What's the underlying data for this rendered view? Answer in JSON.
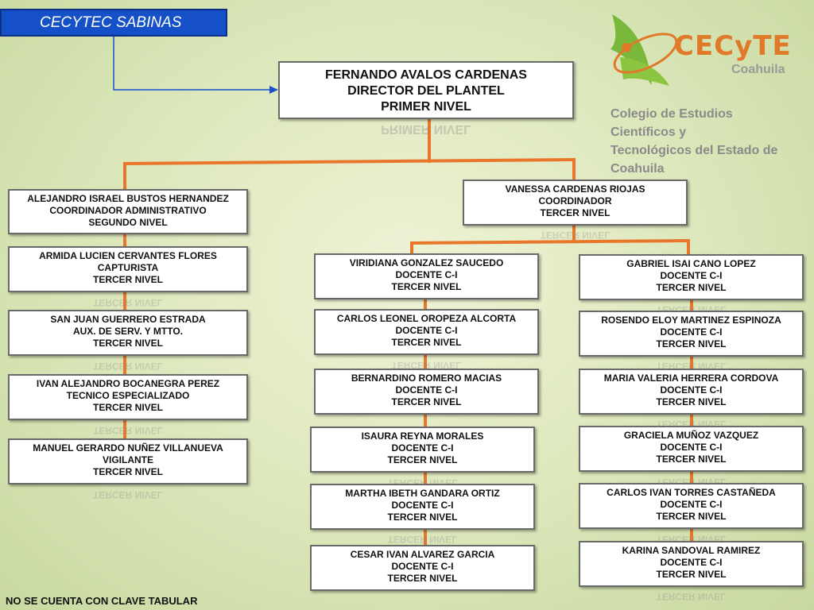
{
  "campus": "CECYTEC SABINAS",
  "logo": {
    "name": "CECyTE",
    "state": "Coahuila",
    "college_line1": "Colegio de Estudios Científicos y",
    "college_line2": "Tecnológicos del Estado de Coahuila",
    "colors": {
      "orange": "#e07a2a",
      "green": "#7ab83c",
      "gray": "#8a8a8a"
    }
  },
  "director": {
    "name": "FERNANDO AVALOS CARDENAS",
    "role": "DIRECTOR DEL PLANTEL",
    "level": "PRIMER NIVEL"
  },
  "admin_coordinator": {
    "name": "ALEJANDRO ISRAEL BUSTOS HERNANDEZ",
    "role": "COORDINADOR ADMINISTRATIVO",
    "level": "SEGUNDO NIVEL"
  },
  "coordinator": {
    "name": "VANESSA CARDENAS RIOJAS",
    "role": "COORDINADOR",
    "level": "TERCER NIVEL"
  },
  "admin_staff": [
    {
      "name": "ARMIDA LUCIEN CERVANTES FLORES",
      "role": "CAPTURISTA",
      "level": "TERCER NIVEL"
    },
    {
      "name": "SAN JUAN GUERRERO ESTRADA",
      "role": "AUX. DE SERV. Y MTTO.",
      "level": "TERCER NIVEL"
    },
    {
      "name": "IVAN ALEJANDRO BOCANEGRA PEREZ",
      "role": "TECNICO ESPECIALIZADO",
      "level": "TERCER NIVEL"
    },
    {
      "name": "MANUEL GERARDO NUÑEZ VILLANUEVA",
      "role": "VIGILANTE",
      "level": "TERCER NIVEL"
    }
  ],
  "teachers_left": [
    {
      "name": "VIRIDIANA GONZALEZ SAUCEDO",
      "role": "DOCENTE C-I",
      "level": "TERCER NIVEL"
    },
    {
      "name": "CARLOS LEONEL OROPEZA ALCORTA",
      "role": "DOCENTE C-I",
      "level": "TERCER NIVEL"
    },
    {
      "name": "BERNARDINO ROMERO MACIAS",
      "role": "DOCENTE C-I",
      "level": "TERCER NIVEL"
    },
    {
      "name": "ISAURA REYNA MORALES",
      "role": "DOCENTE C-I",
      "level": "TERCER NIVEL"
    },
    {
      "name": "MARTHA IBETH GANDARA ORTIZ",
      "role": "DOCENTE C-I",
      "level": "TERCER NIVEL"
    },
    {
      "name": "CESAR IVAN ALVAREZ GARCIA",
      "role": "DOCENTE C-I",
      "level": "TERCER NIVEL"
    }
  ],
  "teachers_right": [
    {
      "name": "GABRIEL ISAI CANO LOPEZ",
      "role": "DOCENTE C-I",
      "level": "TERCER NIVEL"
    },
    {
      "name": "ROSENDO ELOY MARTINEZ ESPINOZA",
      "role": "DOCENTE C-I",
      "level": "TERCER NIVEL"
    },
    {
      "name": "MARIA VALERIA HERRERA CORDOVA",
      "role": "DOCENTE C-I",
      "level": "TERCER NIVEL"
    },
    {
      "name": "GRACIELA MUÑOZ VAZQUEZ",
      "role": "DOCENTE C-I",
      "level": "TERCER NIVEL"
    },
    {
      "name": "CARLOS IVAN TORRES CASTAÑEDA",
      "role": "DOCENTE C-I",
      "level": "TERCER NIVEL"
    },
    {
      "name": "KARINA SANDOVAL RAMIREZ",
      "role": "DOCENTE C-I",
      "level": "TERCER NIVEL"
    }
  ],
  "footnote": "NO SE CUENTA CON CLAVE TABULAR",
  "colors": {
    "connector": "#e8772b",
    "campus_bg": "#1550c8",
    "arrow": "#1a4fd0"
  }
}
